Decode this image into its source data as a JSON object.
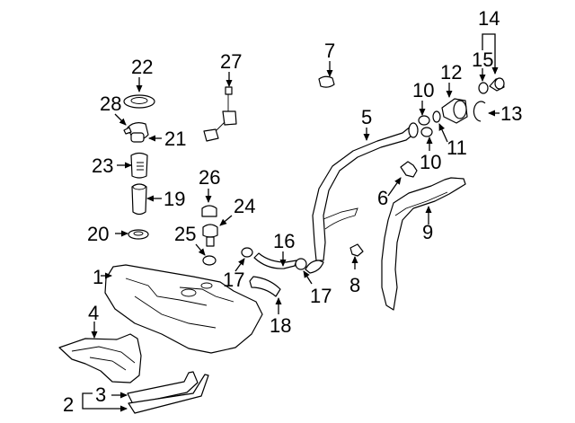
{
  "diagram": {
    "title": "Fuel tank and filler components exploded view",
    "callouts": [
      {
        "id": "1",
        "text": "1",
        "part": "fuel-tank"
      },
      {
        "id": "2",
        "text": "2",
        "part": "tank-strap-group"
      },
      {
        "id": "3",
        "text": "3",
        "part": "tank-strap"
      },
      {
        "id": "4",
        "text": "4",
        "part": "heat-shield"
      },
      {
        "id": "5",
        "text": "5",
        "part": "filler-pipe"
      },
      {
        "id": "6",
        "text": "6",
        "part": "pipe-bracket"
      },
      {
        "id": "7",
        "text": "7",
        "part": "clip"
      },
      {
        "id": "8",
        "text": "8",
        "part": "clamp"
      },
      {
        "id": "9",
        "text": "9",
        "part": "filler-pipe-shield"
      },
      {
        "id": "10a",
        "text": "10",
        "part": "hose-clamp-upper"
      },
      {
        "id": "10b",
        "text": "10",
        "part": "hose-clamp-lower"
      },
      {
        "id": "11",
        "text": "11",
        "part": "o-ring"
      },
      {
        "id": "12",
        "text": "12",
        "part": "filler-neck"
      },
      {
        "id": "13",
        "text": "13",
        "part": "seal-ring"
      },
      {
        "id": "14",
        "text": "14",
        "part": "fuel-cap-assembly"
      },
      {
        "id": "15",
        "text": "15",
        "part": "gasket"
      },
      {
        "id": "16",
        "text": "16",
        "part": "vent-hose"
      },
      {
        "id": "17a",
        "text": "17",
        "part": "hose-clamp-left"
      },
      {
        "id": "17b",
        "text": "17",
        "part": "hose-clamp-right"
      },
      {
        "id": "18",
        "text": "18",
        "part": "filler-hose"
      },
      {
        "id": "19",
        "text": "19",
        "part": "fuel-pump"
      },
      {
        "id": "20",
        "text": "20",
        "part": "gasket-ring"
      },
      {
        "id": "21",
        "text": "21",
        "part": "pump-bracket"
      },
      {
        "id": "22",
        "text": "22",
        "part": "retainer-plate"
      },
      {
        "id": "23",
        "text": "23",
        "part": "fuel-filter"
      },
      {
        "id": "24",
        "text": "24",
        "part": "pressure-regulator"
      },
      {
        "id": "25",
        "text": "25",
        "part": "regulator-seal"
      },
      {
        "id": "26",
        "text": "26",
        "part": "regulator-cap"
      },
      {
        "id": "27",
        "text": "27",
        "part": "fuel-level-sender"
      },
      {
        "id": "28",
        "text": "28",
        "part": "seal"
      }
    ]
  }
}
